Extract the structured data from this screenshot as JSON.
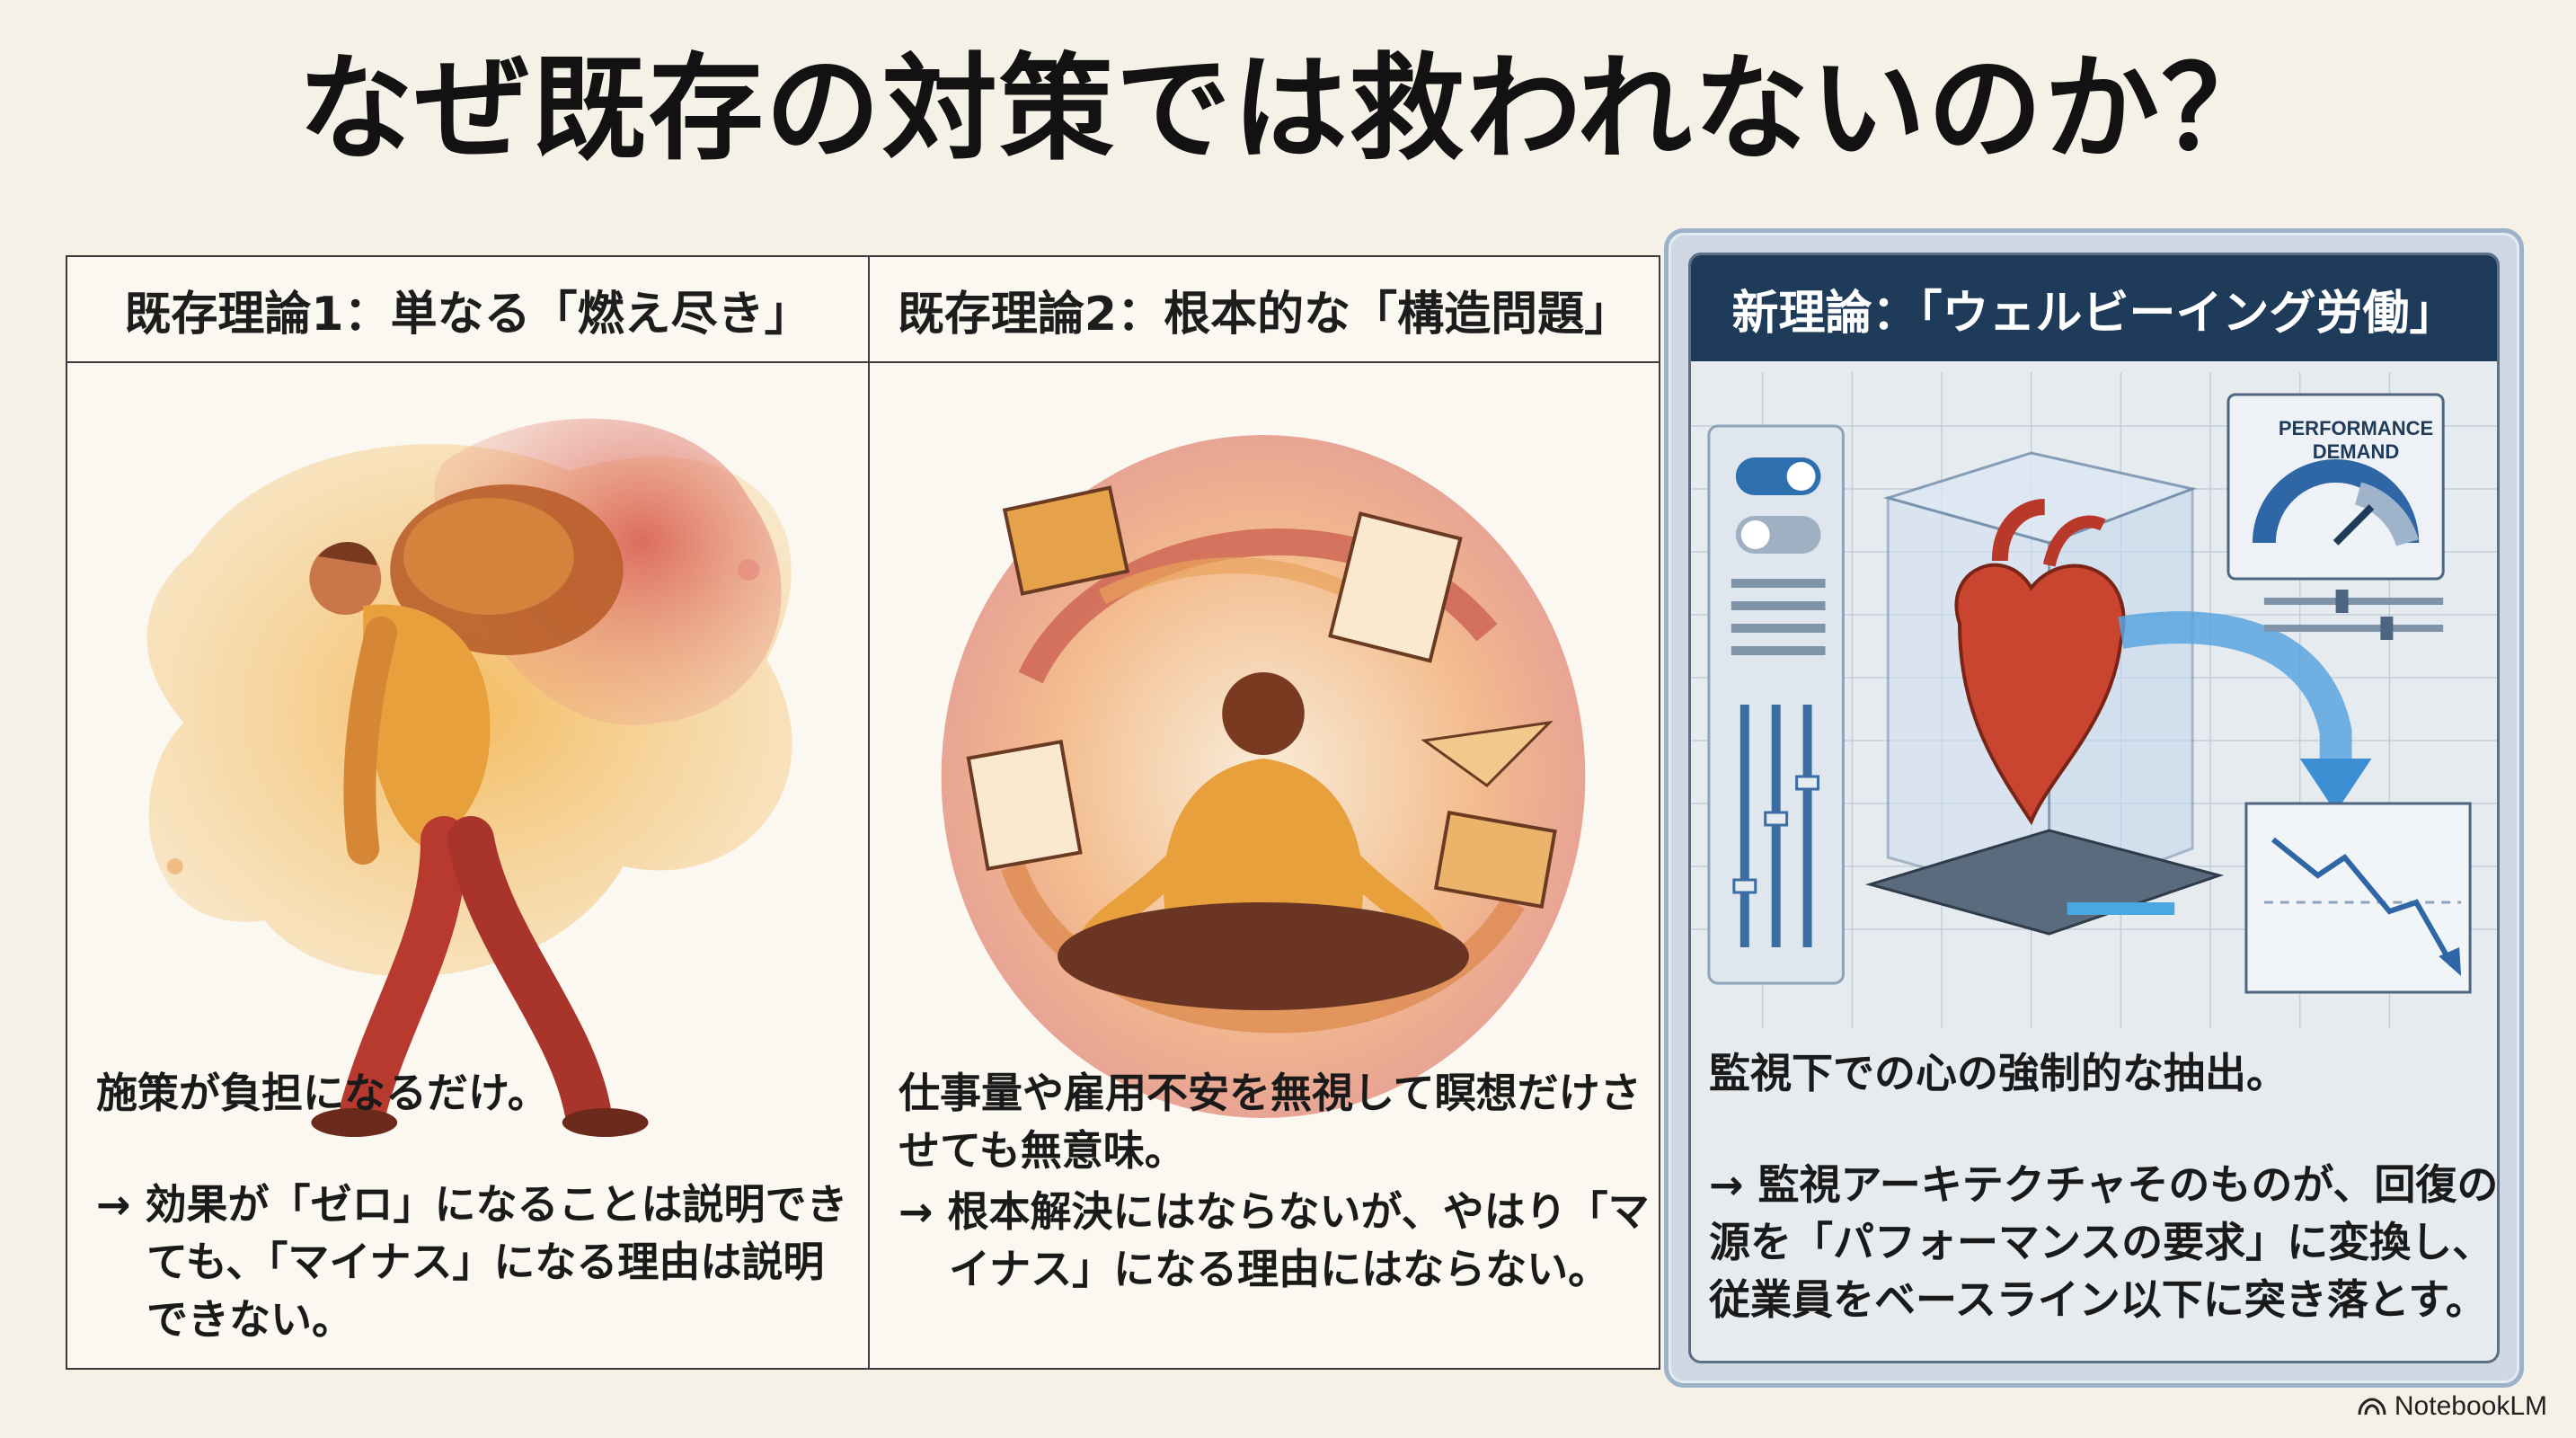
{
  "title": "なぜ既存の対策では救われないのか？",
  "panels": [
    {
      "header": "既存理論1：単なる「燃え尽き」",
      "lead": "施策が負担になるだけ。",
      "note": "→ 効果が「ゼロ」になることは説明できても、「マイナス」になる理由は説明できない。"
    },
    {
      "header": "既存理論2：根本的な「構造問題」",
      "lead": "仕事量や雇用不安を無視して瞑想だけさせても無意味。",
      "note": "→ 根本解決にはならないが、やはり「マイナス」になる理由にはならない。"
    },
    {
      "header": "新理論：「ウェルビーイング労働」",
      "lead": "監視下での心の強制的な抽出。",
      "note": "→ 監視アーキテクチャそのものが、回復の源を「パフォーマンスの要求」に変換し、従業員をベースライン以下に突き落とす。",
      "gauge_label": "PERFORMANCE DEMAND"
    }
  ],
  "brand": "NotebookLM"
}
